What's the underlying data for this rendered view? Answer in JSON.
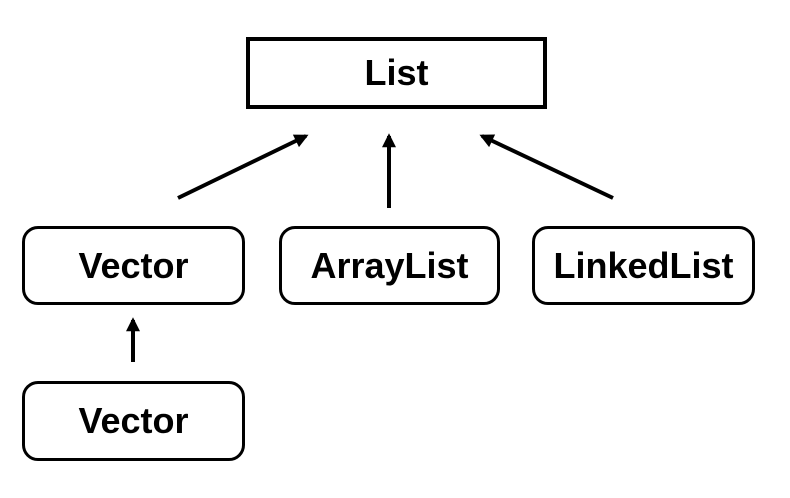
{
  "diagram": {
    "type": "class-hierarchy",
    "background_color": "#ffffff",
    "stroke_color": "#000000",
    "text_color": "#000000",
    "nodes": {
      "list": {
        "label": "List",
        "shape": "rectangle"
      },
      "vector": {
        "label": "Vector",
        "shape": "rounded-rectangle"
      },
      "arraylist": {
        "label": "ArrayList",
        "shape": "rounded-rectangle"
      },
      "linkedlist": {
        "label": "LinkedList",
        "shape": "rounded-rectangle"
      },
      "vector_sub": {
        "label": "Vector",
        "shape": "rounded-rectangle"
      }
    },
    "edges": [
      {
        "from": "Vector",
        "to": "List",
        "style": "arrow-up"
      },
      {
        "from": "ArrayList",
        "to": "List",
        "style": "arrow-up"
      },
      {
        "from": "LinkedList",
        "to": "List",
        "style": "arrow-up"
      },
      {
        "from": "Vector (bottom)",
        "to": "Vector",
        "style": "arrow-up"
      }
    ]
  }
}
